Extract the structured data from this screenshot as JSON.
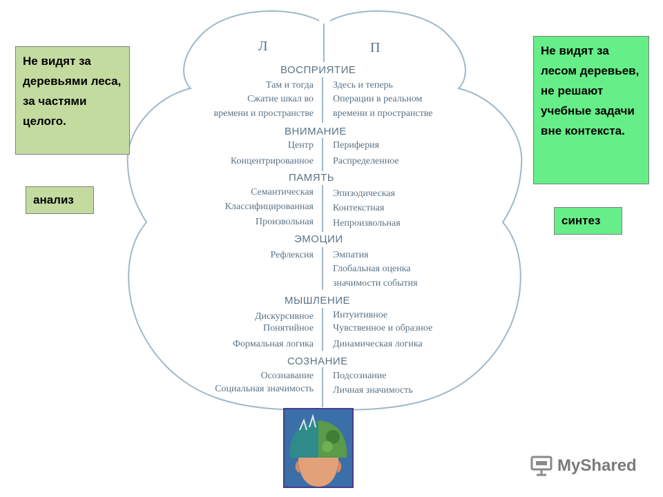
{
  "brain": {
    "left_marker": "Л",
    "right_marker": "П",
    "sections": [
      {
        "heading": "ВОСПРИЯТИЕ",
        "left": [
          "Там и тогда",
          "Сжатие шкал во",
          "времени и пространстве"
        ],
        "right": [
          "Здесь и теперь",
          "Операции в реальном",
          "времени и пространстве"
        ]
      },
      {
        "heading": "ВНИМАНИЕ",
        "left": [
          "Центр",
          "Концентрированное"
        ],
        "right": [
          "Периферия",
          "Распределенное"
        ]
      },
      {
        "heading": "ПАМЯТЬ",
        "left": [
          "Семантическая",
          "Классифицированная",
          "Произвольная"
        ],
        "right": [
          "Эпизодическая",
          "Контекстная",
          "Непроизвольная"
        ]
      },
      {
        "heading": "ЭМОЦИИ",
        "left": [
          "Рефлексия"
        ],
        "right": [
          "Эмпатия",
          "Глобальная оценка",
          "значимости события"
        ]
      },
      {
        "heading": "МЫШЛЕНИЕ",
        "left": [
          "Дискурсивное",
          "Понятийное",
          "Формальная логика"
        ],
        "right": [
          "Интуитивное",
          "Чувственное и образное",
          "Динамическая логика"
        ]
      },
      {
        "heading": "СОЗНАНИЕ",
        "left": [
          "Осознавание",
          "Социальная значимость"
        ],
        "right": [
          "Подсознание",
          "Личная значимость"
        ]
      }
    ]
  },
  "left_note": {
    "text": "Не видят за деревьями леса, за частями целого.",
    "color": "#c4dba0"
  },
  "right_note": {
    "text": "Не видят за лесом деревьев, не решают учебные задачи вне контекста.",
    "color": "#66ee88"
  },
  "analysis_label": {
    "text": "анализ",
    "color": "#c4dba0"
  },
  "synthesis_label": {
    "text": "синтез",
    "color": "#66ee88"
  },
  "watermark": {
    "text": "MyShared"
  }
}
